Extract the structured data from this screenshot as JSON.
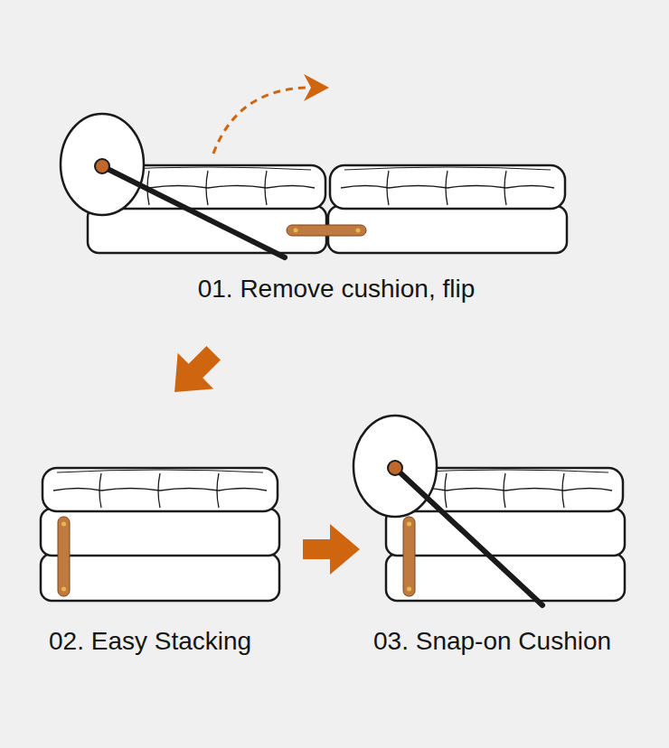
{
  "diagram": {
    "labels": [
      "01. Remove cushion, flip",
      "02. Easy Stacking",
      "03. Snap-on Cushion"
    ]
  }
}
